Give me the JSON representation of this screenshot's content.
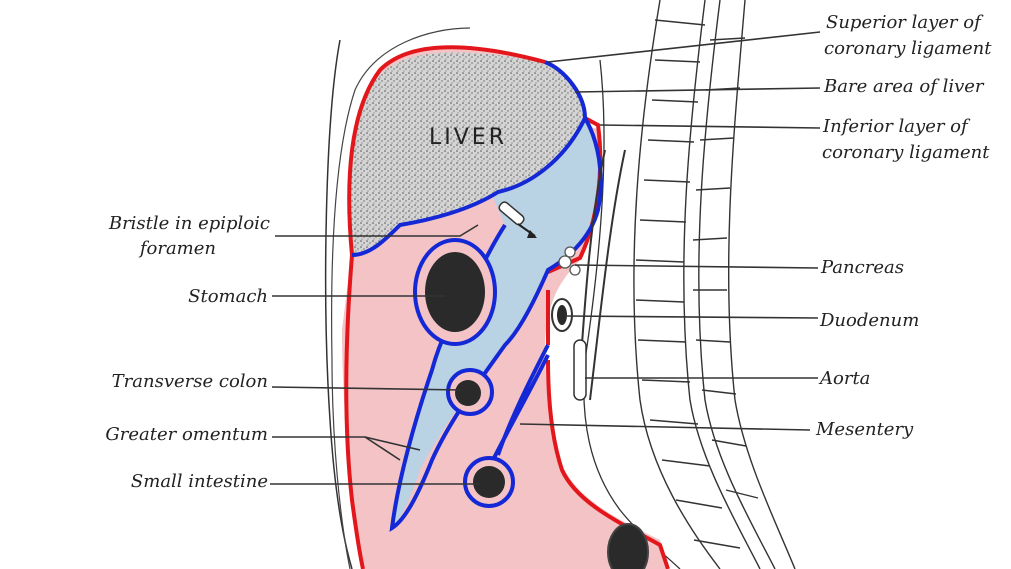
{
  "diagram": {
    "organ_label": "LIVER",
    "labels": {
      "superior_coronary": [
        "Superior layer of",
        "coronary ligament"
      ],
      "bare_area": "Bare area of liver",
      "inferior_coronary": [
        "Inferior layer of",
        "coronary ligament"
      ],
      "bristle": [
        "Bristle in epiploic",
        "foramen"
      ],
      "stomach": "Stomach",
      "pancreas": "Pancreas",
      "duodenum": "Duodenum",
      "aorta": "Aorta",
      "transverse_colon": "Transverse colon",
      "greater_omentum": "Greater omentum",
      "small_intestine": "Small intestine",
      "mesentery": "Mesentery"
    },
    "colors": {
      "greater_sac": "#f3c3c6",
      "lesser_sac": "#b9d2e4",
      "peritoneum_greater": "#e3161b",
      "peritoneum_lesser": "#1428d6",
      "liver_fill": "#c9c9c9",
      "lumen": "#2a2a2a"
    }
  }
}
